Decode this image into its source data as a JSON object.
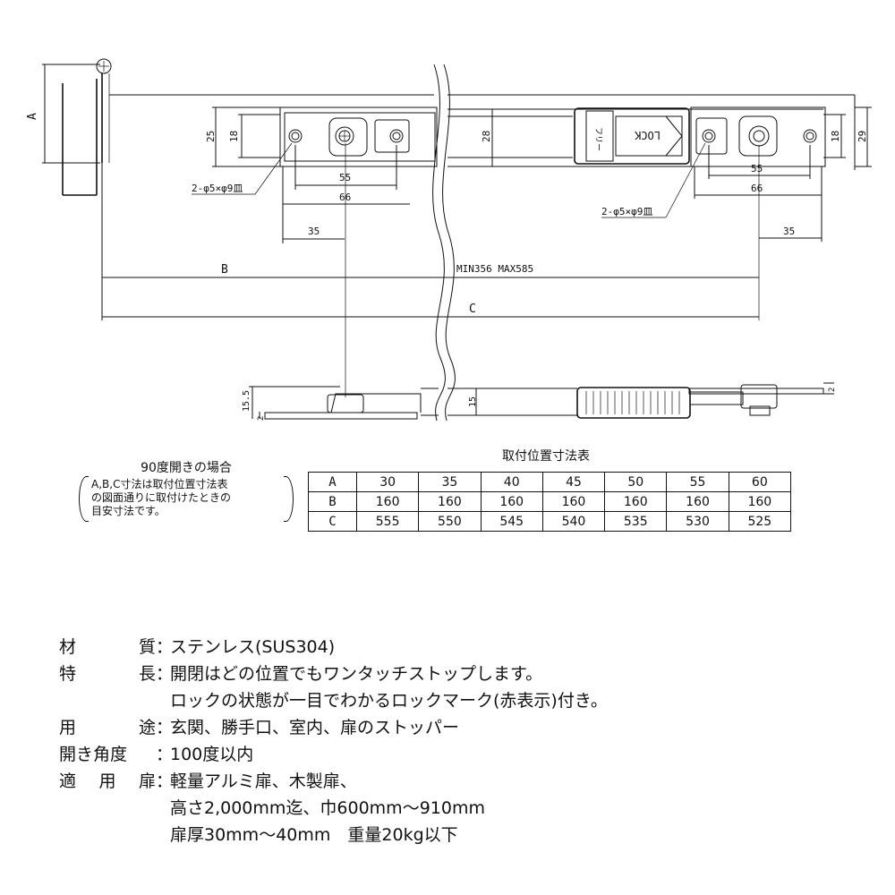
{
  "drawing": {
    "dim_A": "A",
    "dim_25": "25",
    "dim_18_left": "18",
    "dim_28": "28",
    "dim_18_right": "18",
    "dim_29": "29",
    "dim_55_left": "55",
    "dim_66_left": "66",
    "dim_55_right": "55",
    "dim_66_right": "66",
    "dim_35_left": "35",
    "dim_35_right": "35",
    "hole_note_left": "2-φ5×φ9皿",
    "hole_note_right": "2-φ5×φ9皿",
    "dim_B": "B",
    "range": "MIN356  MAX585",
    "dim_C": "C",
    "dim_15_5": "15.5",
    "dim_2_left": "2",
    "dim_15": "15",
    "dim_2_right": "2",
    "label_lock": "LOCK",
    "label_free": "フリー"
  },
  "note": {
    "title": "90度開きの場合",
    "lines": [
      "A,B,C寸法は取付位置寸法表",
      "の図面通りに取付けたときの",
      "目安寸法です。"
    ]
  },
  "table": {
    "title": "取付位置寸法表",
    "rows": [
      {
        "label": "A",
        "values": [
          "30",
          "35",
          "40",
          "45",
          "50",
          "55",
          "60"
        ]
      },
      {
        "label": "B",
        "values": [
          "160",
          "160",
          "160",
          "160",
          "160",
          "160",
          "160"
        ]
      },
      {
        "label": "C",
        "values": [
          "555",
          "550",
          "545",
          "540",
          "535",
          "530",
          "525"
        ]
      }
    ]
  },
  "specs": [
    {
      "label": [
        "材",
        "質"
      ],
      "lines": [
        "ステンレス(SUS304)"
      ]
    },
    {
      "label": [
        "特",
        "長"
      ],
      "lines": [
        "開閉はどの位置でもワンタッチストップします。",
        "ロックの状態が一目でわかるロックマーク(赤表示)付き。"
      ]
    },
    {
      "label": [
        "用",
        "途"
      ],
      "lines": [
        "玄関、勝手口、室内、扉のストッパー"
      ]
    },
    {
      "label": [
        "開き角度"
      ],
      "lines": [
        "100度以内"
      ]
    },
    {
      "label": [
        "適",
        "用",
        "扉"
      ],
      "lines": [
        "軽量アルミ扉、木製扉、",
        "高さ2,000mm迄、巾600mm～910mm",
        "扉厚30mm～40mm　重量20kg以下"
      ]
    }
  ]
}
